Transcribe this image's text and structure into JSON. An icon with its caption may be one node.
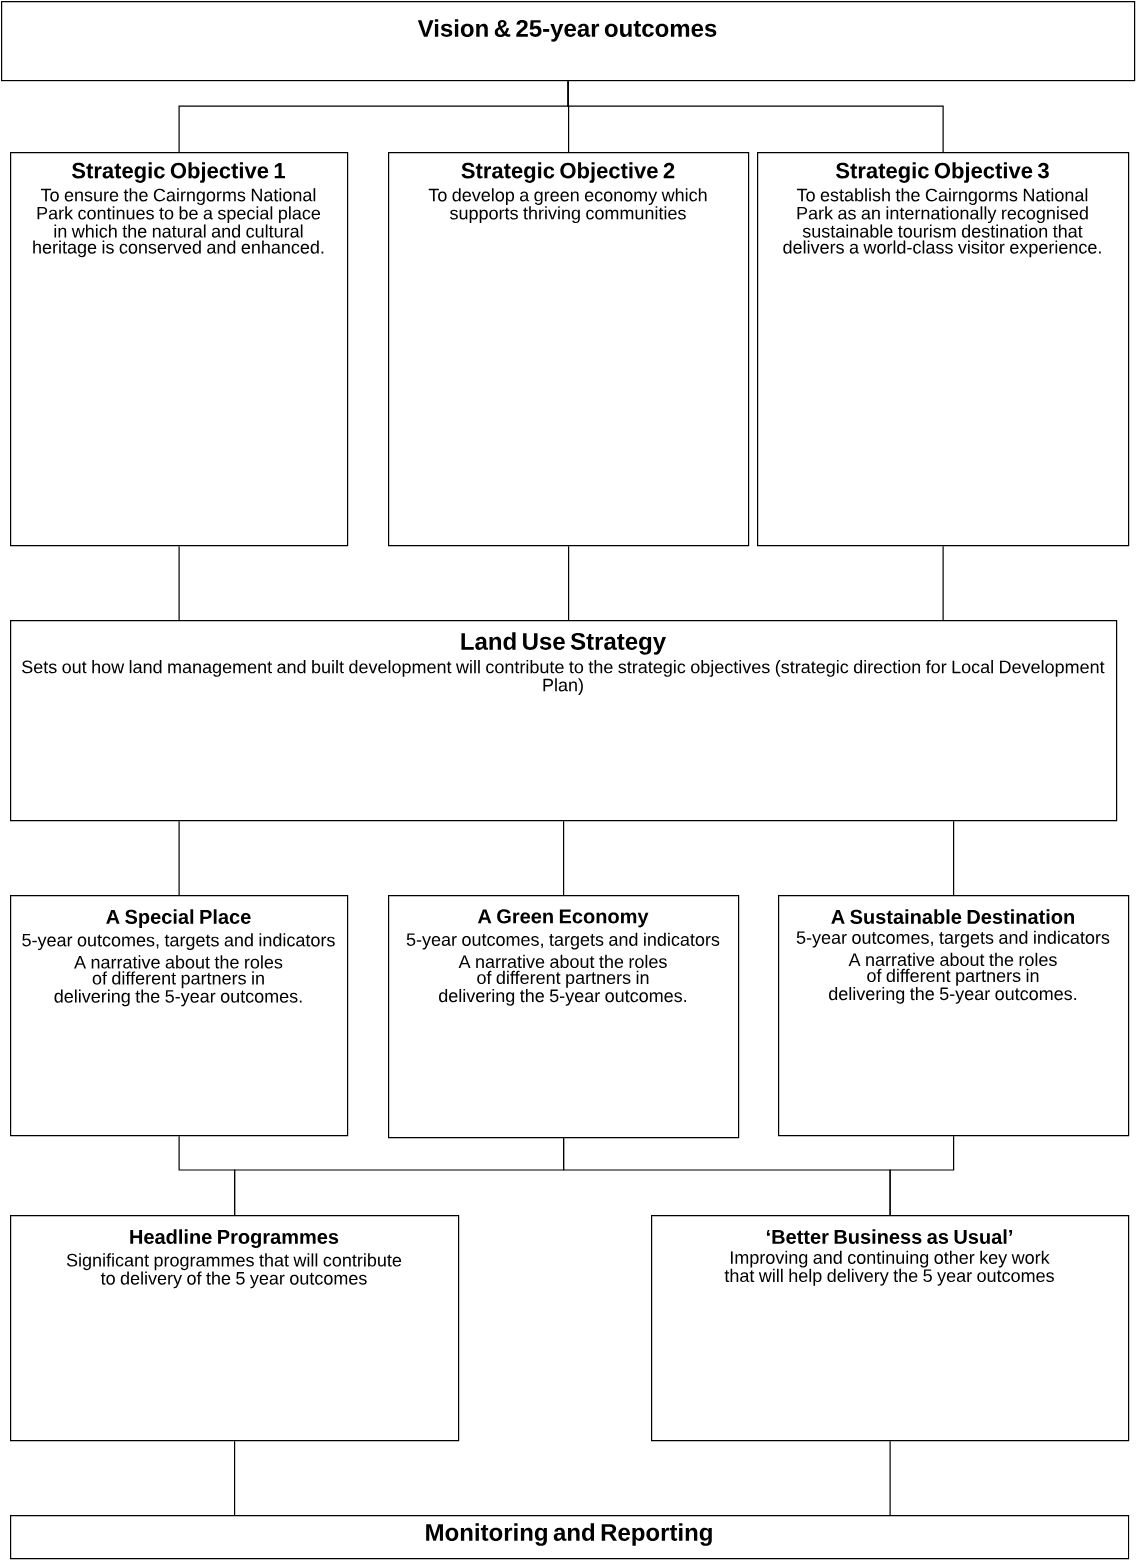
{
  "diagram": {
    "nodes": [
      {
        "text": [
          "Vision & 25-year outcomes"
        ]
      },
      {
        "text": [
          "Strategic Objective 1",
          "To ensure the Cairngorms National Park continues to be a special place in which the natural and cultural heritage is conserved and enhanced."
        ]
      },
      {
        "text": [
          "Strategic Objective 2",
          "To develop a green economy which supports thriving communities"
        ]
      },
      {
        "text": [
          "Strategic Objective 3",
          "To establish the Cairngorms National Park as an internationally recognised sustainable tourism destination that delivers a world-class visitor experience."
        ]
      },
      {
        "text": [
          "Land Use Strategy",
          "Sets out how land management and built development will contribute to the strategic objectives (strategic direction for Local Development Plan)"
        ]
      },
      {
        "text": [
          "A Special Place",
          "5-year outcomes, targets and indicators",
          "A narrative about the roles of different partners in delivering the 5-year outcomes."
        ]
      },
      {
        "text": [
          "A Green Economy",
          "5-year outcomes, targets and indicators",
          "A narrative about the roles of different partners in delivering the 5-year outcomes."
        ]
      },
      {
        "text": [
          "A Sustainable Destination",
          "5-year outcomes, targets and indicators",
          "A narrative about the roles of different partners in delivering the 5-year outcomes."
        ]
      },
      {
        "text": [
          "Headline Programmes",
          "Significant programmes that will contribute to delivery of the 5 year outcomes"
        ]
      },
      {
        "text": [
          "‘Better Business as Usual’",
          "Improving and continuing other key work that will help delivery the 5 year outcomes"
        ]
      },
      {
        "text": [
          "Monitoring and Reporting"
        ]
      }
    ],
    "edges": [
      {
        "from": 0,
        "to": 1,
        "arrow": "none"
      },
      {
        "from": 0,
        "to": 2,
        "arrow": "none"
      },
      {
        "from": 0,
        "to": 3,
        "arrow": "none"
      },
      {
        "from": 1,
        "to": 4,
        "arrow": "none"
      },
      {
        "from": 2,
        "to": 4,
        "arrow": "none"
      },
      {
        "from": 3,
        "to": 4,
        "arrow": "none"
      },
      {
        "from": 4,
        "to": 5,
        "arrow": "none"
      },
      {
        "from": 4,
        "to": 6,
        "arrow": "none"
      },
      {
        "from": 4,
        "to": 7,
        "arrow": "none"
      },
      {
        "from": 5,
        "to": 8,
        "arrow": "none"
      },
      {
        "from": 6,
        "to": 8,
        "arrow": "none"
      },
      {
        "from": 6,
        "to": 9,
        "arrow": "none"
      },
      {
        "from": 7,
        "to": 9,
        "arrow": "none"
      },
      {
        "from": 8,
        "to": 10,
        "arrow": "none"
      },
      {
        "from": 9,
        "to": 10,
        "arrow": "none"
      }
    ]
  }
}
